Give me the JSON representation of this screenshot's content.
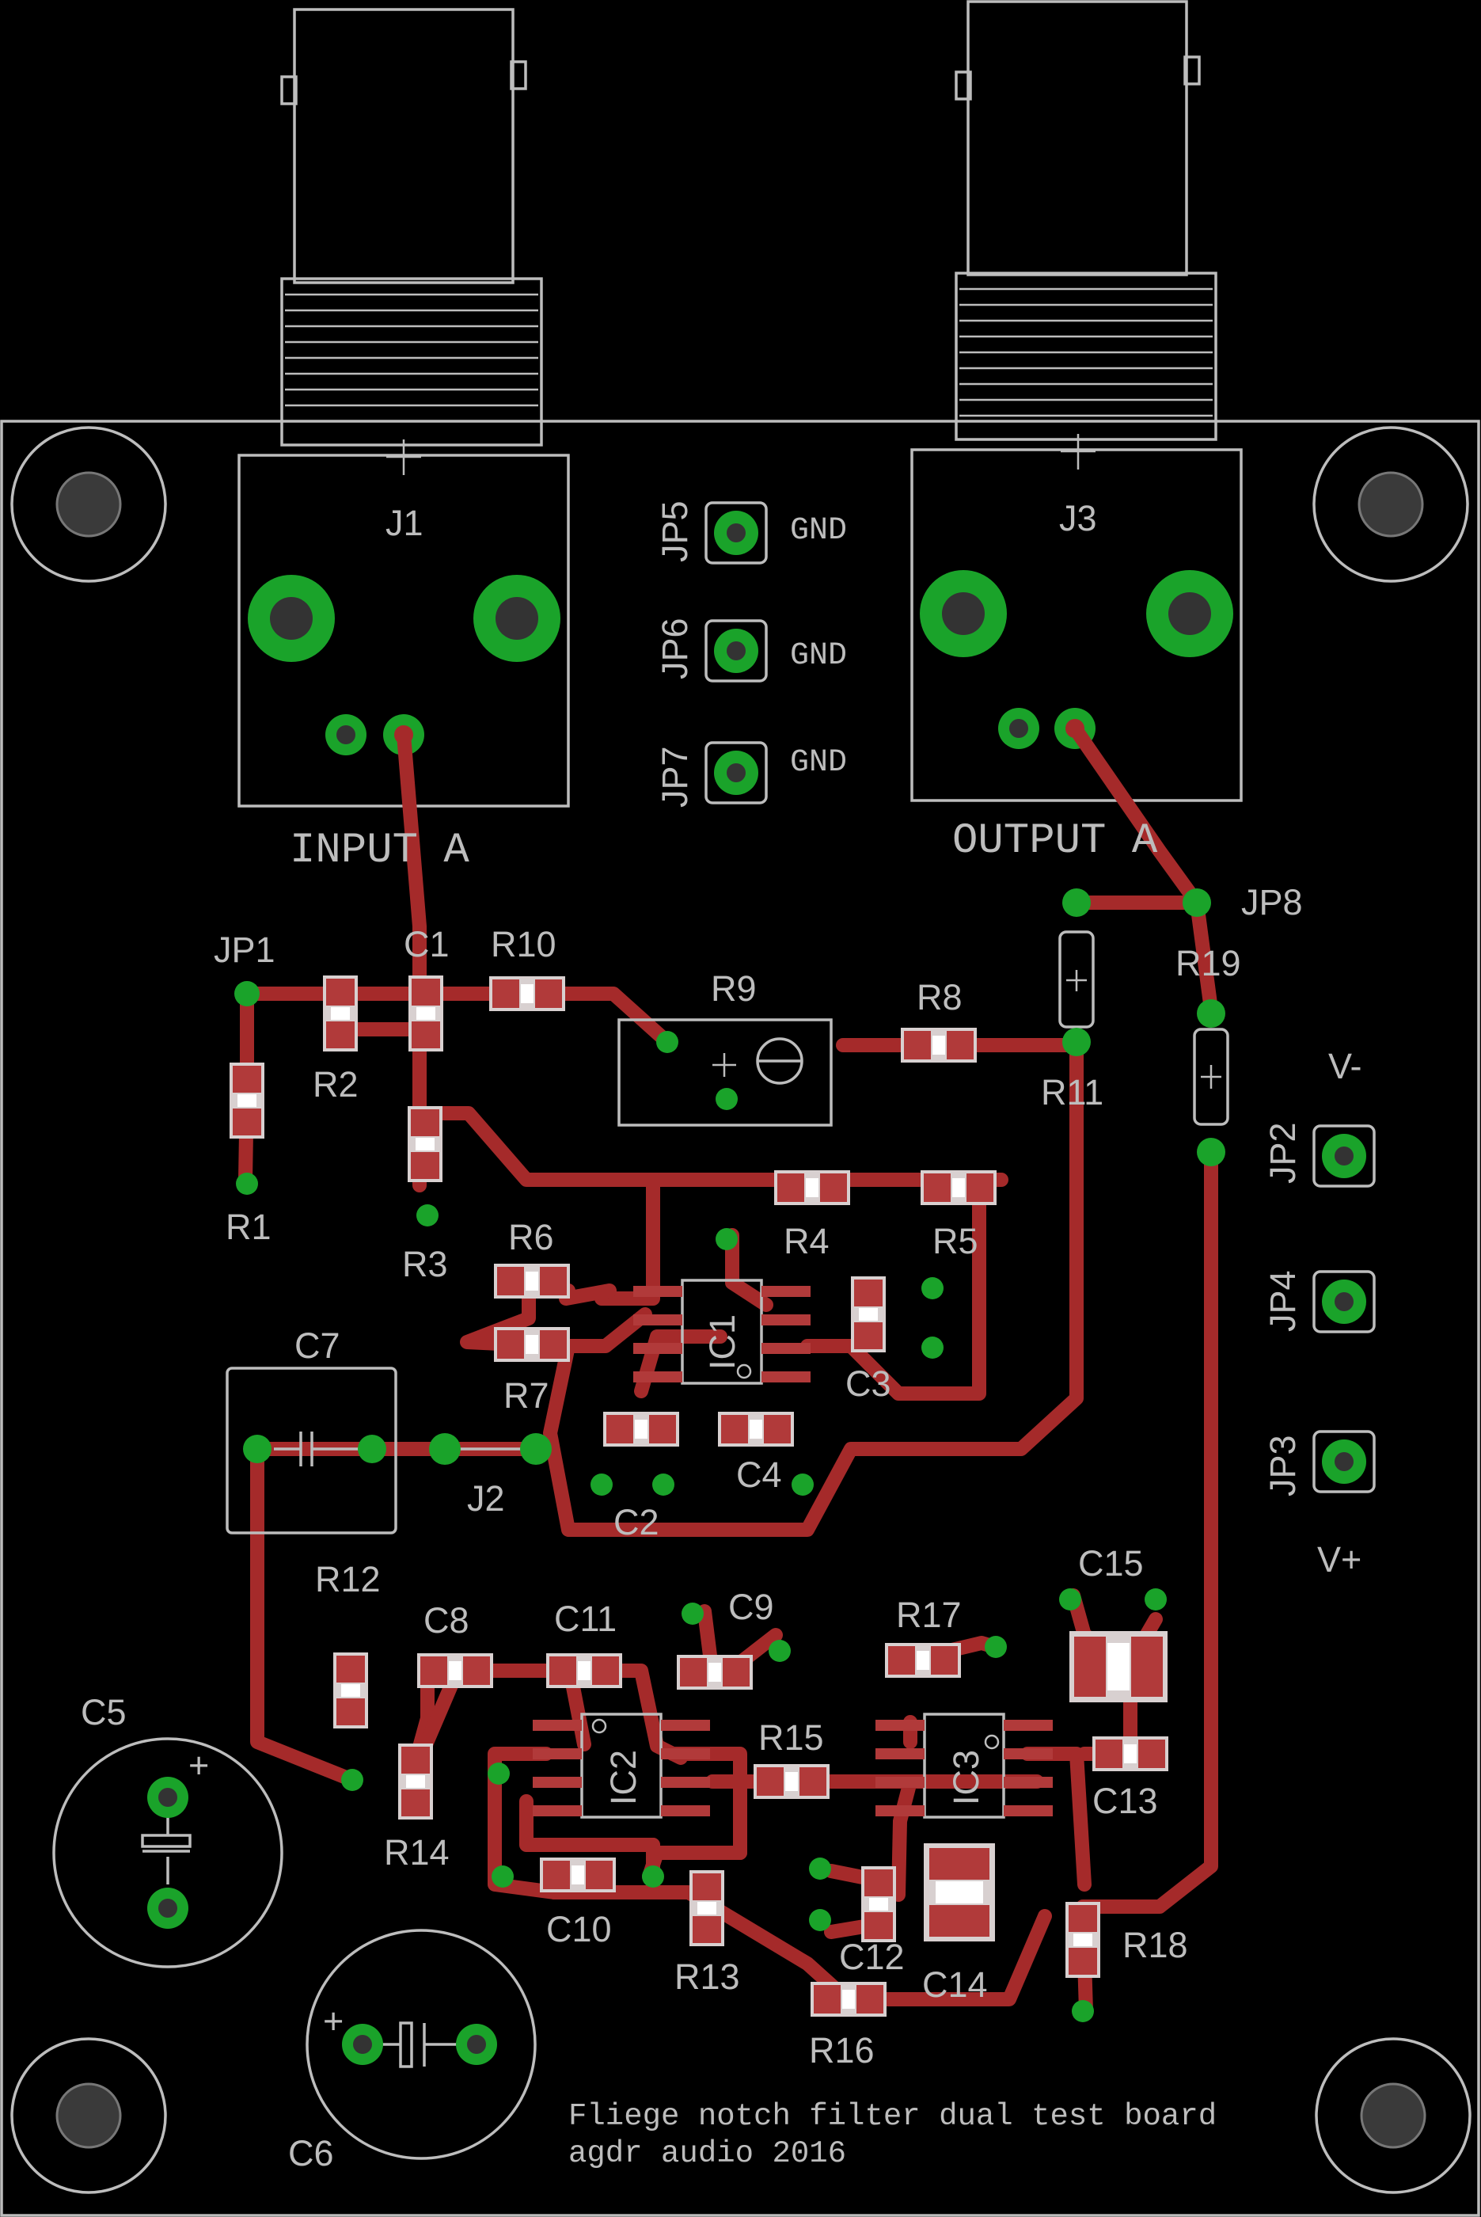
{
  "board": {
    "inputs": [
      {
        "designator": "J1",
        "label": "INPUT A"
      }
    ],
    "outputs": [
      {
        "designator": "J3",
        "label": "OUTPUT A"
      }
    ],
    "ground_jumpers": [
      {
        "designator": "JP5",
        "label": "GND"
      },
      {
        "designator": "JP6",
        "label": "GND"
      },
      {
        "designator": "JP7",
        "label": "GND"
      }
    ],
    "power_jumpers": [
      {
        "designator": "JP2",
        "label": "V-"
      },
      {
        "designator": "JP4",
        "label": ""
      },
      {
        "designator": "JP3",
        "label": "V+"
      }
    ],
    "other_jumpers": [
      "JP1",
      "JP8",
      "J2"
    ],
    "resistors": [
      "R1",
      "R2",
      "R3",
      "R4",
      "R5",
      "R6",
      "R7",
      "R8",
      "R9",
      "R10",
      "R11",
      "R12",
      "R13",
      "R14",
      "R15",
      "R16",
      "R17",
      "R18",
      "R19"
    ],
    "capacitors": [
      "C1",
      "C2",
      "C3",
      "C4",
      "C5",
      "C6",
      "C7",
      "C8",
      "C9",
      "C10",
      "C11",
      "C12",
      "C13",
      "C14",
      "C15"
    ],
    "ics": [
      "IC1",
      "IC2",
      "IC3"
    ],
    "footer": {
      "line1": "Fliege notch filter dual test board",
      "line2": "agdr audio 2016"
    }
  },
  "colors": {
    "background": "#000000",
    "silkscreen": "#bdbdbd",
    "copper_trace": "#a52a2a",
    "pad_ring": "#1aa32a"
  }
}
